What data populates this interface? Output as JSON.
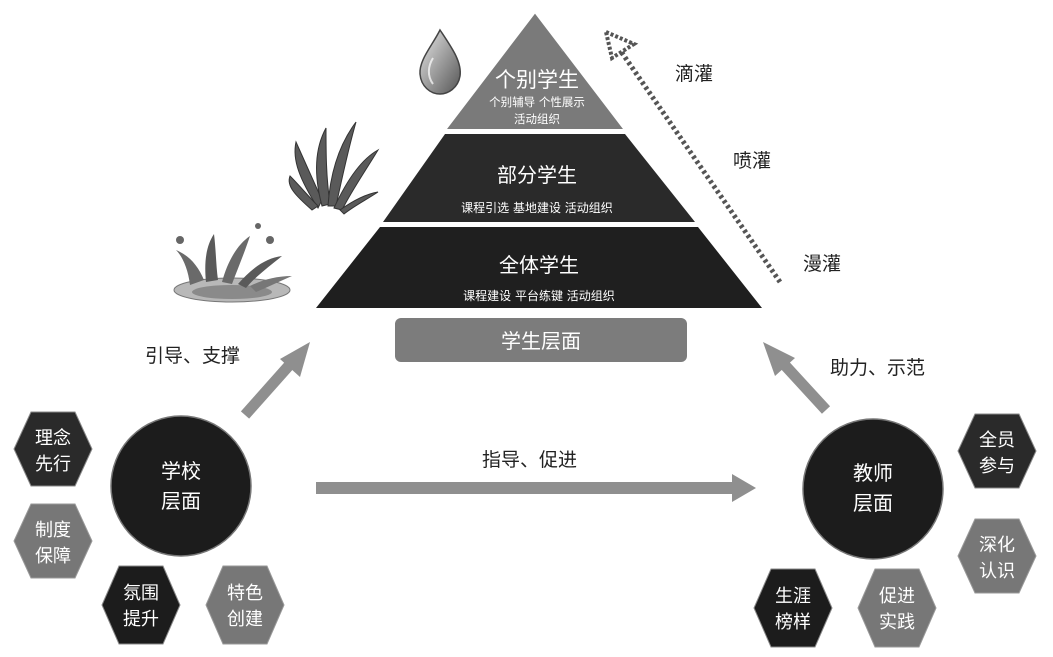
{
  "pyramid": {
    "top": {
      "title": "个别学生",
      "line1": "个别辅导 个性展示",
      "line2": "活动组织"
    },
    "middle": {
      "title": "部分学生",
      "sub": "课程引选 基地建设 活动组织"
    },
    "bottom": {
      "title": "全体学生",
      "sub": "课程建设 平台练键 活动组织"
    },
    "base_label": "学生层面"
  },
  "irrigation": {
    "drip": "滴灌",
    "spray": "喷灌",
    "flood": "漫灌"
  },
  "links": {
    "school_to_students": "引导、支撑",
    "teacher_to_students": "助力、示范",
    "school_to_teacher": "指导、促进"
  },
  "school": {
    "line1": "学校",
    "line2": "层面",
    "hexes": [
      {
        "line1": "理念",
        "line2": "先行"
      },
      {
        "line1": "制度",
        "line2": "保障"
      },
      {
        "line1": "氛围",
        "line2": "提升"
      },
      {
        "line1": "特色",
        "line2": "创建"
      }
    ]
  },
  "teacher": {
    "line1": "教师",
    "line2": "层面",
    "hexes": [
      {
        "line1": "全员",
        "line2": "参与"
      },
      {
        "line1": "深化",
        "line2": "认识"
      },
      {
        "line1": "促进",
        "line2": "实践"
      },
      {
        "line1": "生涯",
        "line2": "榜样"
      }
    ]
  },
  "colors": {
    "dark": "#222222",
    "mid": "#777777",
    "light": "#8a8a8a",
    "arrow": "#8f8f8f"
  },
  "icons": [
    "water-drop-icon",
    "water-spray-icon",
    "water-splash-icon"
  ]
}
